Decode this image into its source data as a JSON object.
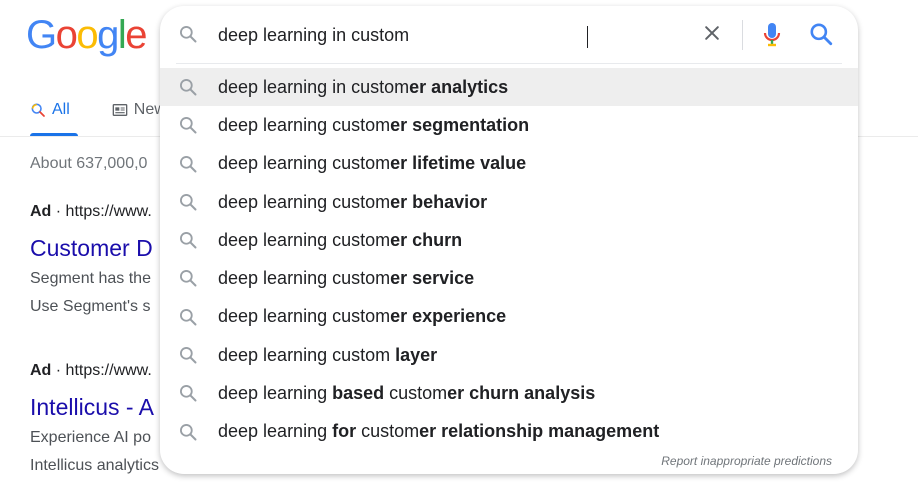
{
  "logo": {
    "text": "Google",
    "letters": [
      {
        "ch": "G",
        "color": "#4285f4"
      },
      {
        "ch": "o",
        "color": "#ea4335"
      },
      {
        "ch": "o",
        "color": "#fbbc05"
      },
      {
        "ch": "g",
        "color": "#4285f4"
      },
      {
        "ch": "l",
        "color": "#34a853"
      },
      {
        "ch": "e",
        "color": "#ea4335"
      }
    ]
  },
  "search": {
    "query": "deep learning in custom",
    "icon": "search-icon"
  },
  "tabs": [
    {
      "label": "All",
      "active": true
    },
    {
      "label": "New",
      "active": false
    }
  ],
  "results_info": "About 637,000,0",
  "results": [
    {
      "ad_label": "Ad",
      "url": "https://www.",
      "title": "Customer D",
      "desc": [
        "Segment has the",
        "Use Segment's s"
      ]
    },
    {
      "ad_label": "Ad",
      "url": "https://www.",
      "title": "Intellicus - A",
      "desc": [
        "Experience AI po",
        "Intellicus analytics"
      ]
    }
  ],
  "suggestions": [
    {
      "parts": [
        {
          "t": "deep learning in custom",
          "b": false
        },
        {
          "t": "er analytics",
          "b": true
        }
      ],
      "highlighted": true
    },
    {
      "parts": [
        {
          "t": "deep learning custom",
          "b": false
        },
        {
          "t": "er segmentation",
          "b": true
        }
      ]
    },
    {
      "parts": [
        {
          "t": "deep learning custom",
          "b": false
        },
        {
          "t": "er lifetime value",
          "b": true
        }
      ]
    },
    {
      "parts": [
        {
          "t": "deep learning custom",
          "b": false
        },
        {
          "t": "er behavior",
          "b": true
        }
      ]
    },
    {
      "parts": [
        {
          "t": "deep learning custom",
          "b": false
        },
        {
          "t": "er churn",
          "b": true
        }
      ]
    },
    {
      "parts": [
        {
          "t": "deep learning custom",
          "b": false
        },
        {
          "t": "er service",
          "b": true
        }
      ]
    },
    {
      "parts": [
        {
          "t": "deep learning custom",
          "b": false
        },
        {
          "t": "er experience",
          "b": true
        }
      ]
    },
    {
      "parts": [
        {
          "t": "deep learning custom ",
          "b": false
        },
        {
          "t": "layer",
          "b": true
        }
      ]
    },
    {
      "parts": [
        {
          "t": "deep learning ",
          "b": false
        },
        {
          "t": "based",
          "b": true
        },
        {
          "t": " custom",
          "b": false
        },
        {
          "t": "er churn analysis",
          "b": true
        }
      ]
    },
    {
      "parts": [
        {
          "t": "deep learning ",
          "b": false
        },
        {
          "t": "for",
          "b": true
        },
        {
          "t": " custom",
          "b": false
        },
        {
          "t": "er relationship management",
          "b": true
        }
      ]
    }
  ],
  "report_link": "Report inappropriate predictions",
  "colors": {
    "link_blue": "#1a0dab",
    "accent_blue": "#1a73e8",
    "mic_red": "#ea4335"
  }
}
